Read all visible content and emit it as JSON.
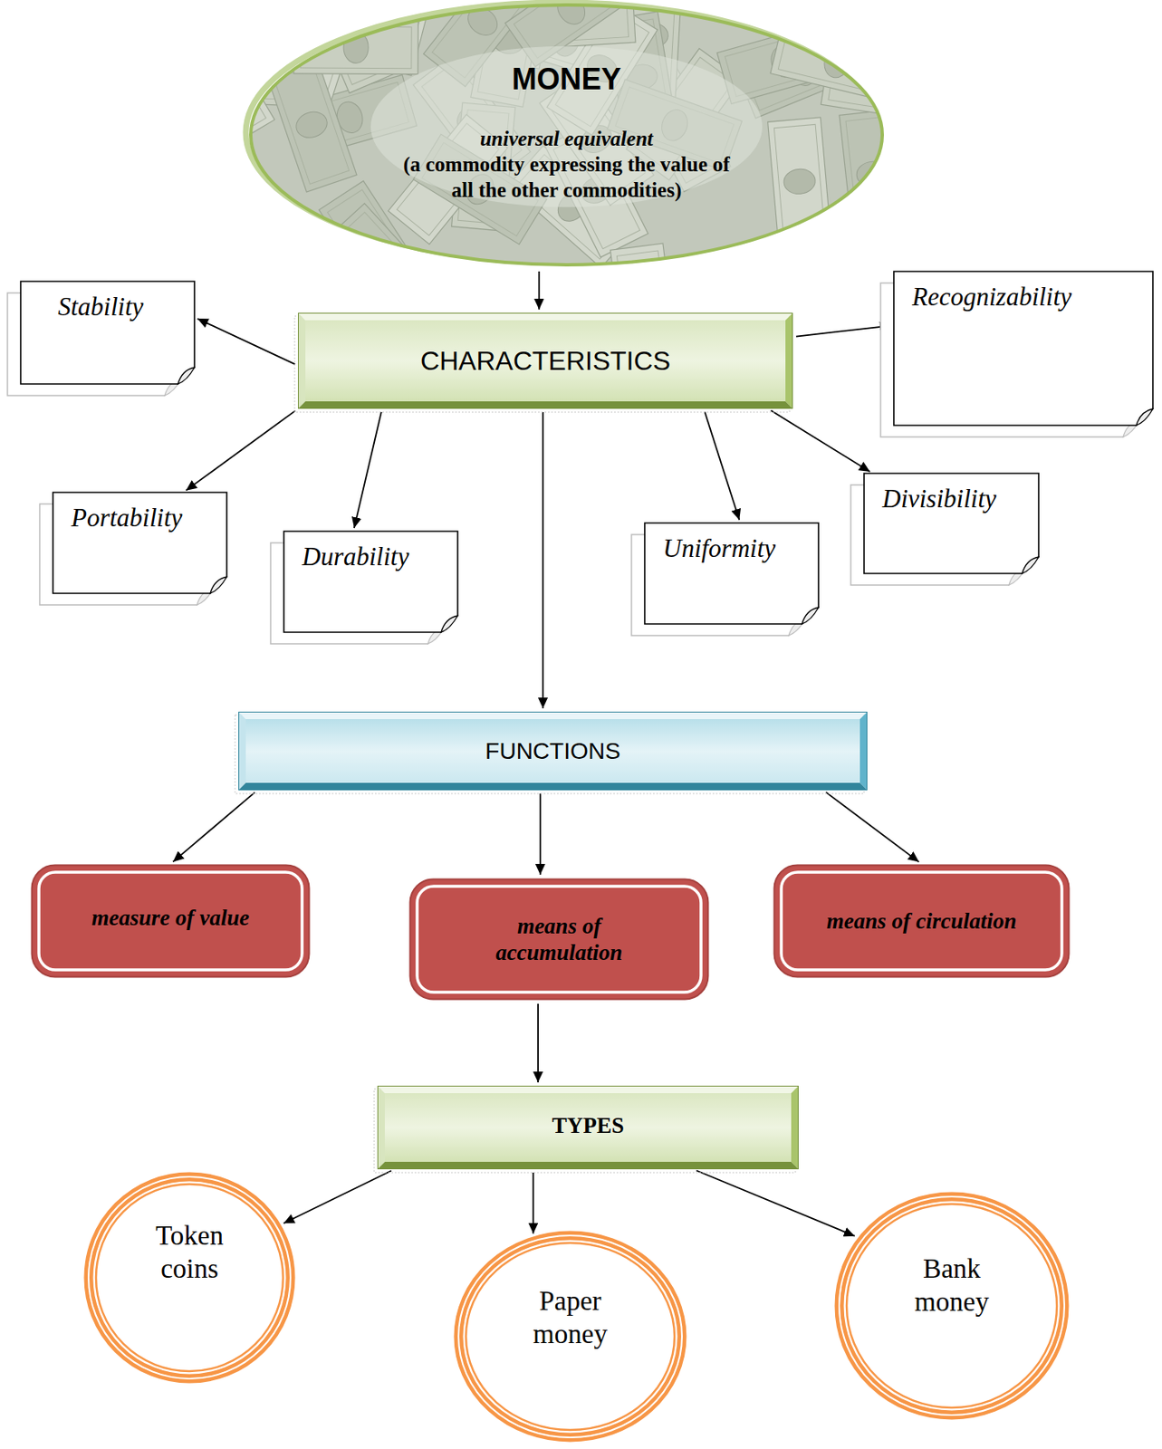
{
  "diagram": {
    "nodes": [
      {
        "text": [
          "MONEY",
          "universal equivalent",
          "(a commodity expressing the value of all the other commodities)"
        ]
      },
      {
        "text": [
          "CHARACTERISTICS"
        ]
      },
      {
        "text": [
          "Stability"
        ]
      },
      {
        "text": [
          "Recognizability"
        ]
      },
      {
        "text": [
          "Portability"
        ]
      },
      {
        "text": [
          "Durability"
        ]
      },
      {
        "text": [
          "Uniformity"
        ]
      },
      {
        "text": [
          "Divisibility"
        ]
      },
      {
        "text": [
          "FUNCTIONS"
        ]
      },
      {
        "text": [
          "measure of value"
        ]
      },
      {
        "text": [
          "means of accumulation"
        ]
      },
      {
        "text": [
          "means of circulation"
        ]
      },
      {
        "text": [
          "TYPES"
        ]
      },
      {
        "text": [
          "Token coins"
        ]
      },
      {
        "text": [
          "Paper money"
        ]
      },
      {
        "text": [
          "Bank money"
        ]
      }
    ],
    "edges": [
      {
        "from": 0,
        "to": 1,
        "arrow": "to"
      },
      {
        "from": 1,
        "to": 2,
        "arrow": "to"
      },
      {
        "from": 1,
        "to": 3,
        "arrow": "to"
      },
      {
        "from": 1,
        "to": 4,
        "arrow": "to"
      },
      {
        "from": 1,
        "to": 5,
        "arrow": "to"
      },
      {
        "from": 1,
        "to": 6,
        "arrow": "to"
      },
      {
        "from": 1,
        "to": 7,
        "arrow": "to"
      },
      {
        "from": 1,
        "to": 8,
        "arrow": "to"
      },
      {
        "from": 8,
        "to": 9,
        "arrow": "to"
      },
      {
        "from": 8,
        "to": 10,
        "arrow": "to"
      },
      {
        "from": 8,
        "to": 11,
        "arrow": "to"
      },
      {
        "from": 10,
        "to": 12,
        "arrow": "to"
      },
      {
        "from": 12,
        "to": 13,
        "arrow": "to"
      },
      {
        "from": 12,
        "to": 14,
        "arrow": "to"
      },
      {
        "from": 12,
        "to": 15,
        "arrow": "to"
      }
    ]
  }
}
